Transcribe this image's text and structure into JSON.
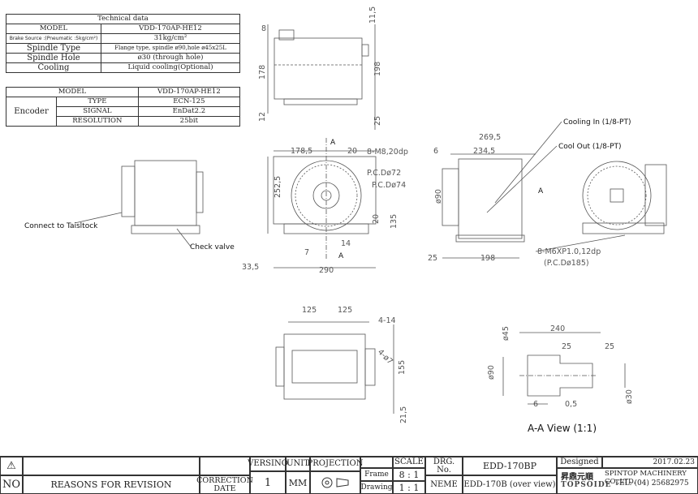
{
  "tech_table": {
    "header": "Technical data",
    "rows": [
      {
        "key": "MODEL",
        "value": "VDD-170AP-HE12"
      },
      {
        "key": "Brake Source :(Pneumatic :5kg/cm²)",
        "value": "31kg/cm²"
      },
      {
        "key": "Spindle Type",
        "value": "Flange type, spindle ø90,hole ø45x25L"
      },
      {
        "key": "Spindle Hole",
        "value": "ø30 (through hole)"
      },
      {
        "key": "Cooling",
        "value": "Liquid cooling(Optional)"
      }
    ]
  },
  "encoder_table": {
    "model_key": "MODEL",
    "model_value": "VDD-170AP-HE12",
    "group_label": "Encoder",
    "rows": [
      {
        "key": "TYPE",
        "value": "ECN-125"
      },
      {
        "key": "SIGNAL",
        "value": "EnDat2.2"
      },
      {
        "key": "RESOLUTION",
        "value": "25bit"
      }
    ]
  },
  "labels": {
    "connect_tailstock": "Connect to Taisltock",
    "check_valve": "Check valve",
    "cooling_in": "Cooling In (1/8-PT)",
    "cool_out": "Cool Out (1/8-PT)",
    "section_title": "A-A View (1:1)",
    "m8": "8-M8,20dp",
    "pcd72": "P.C.Dø72",
    "pcd74": "P.C.Dø74",
    "m6": "8-M6XP1.0,12dp",
    "pcd185": "(P.C.Dø185)",
    "sec_a": "A",
    "sec_a2": "A",
    "sec_a3": "A"
  },
  "dimensions": {
    "d11_5": "11,5",
    "d8": "8",
    "d178_v": "178",
    "d198_v": "198",
    "d12": "12",
    "d25_v": "25",
    "d178_5": "178,5",
    "d20_top": "20",
    "d252_5": "252,5",
    "d20_side": "20",
    "d135": "135",
    "d14": "14",
    "d7": "7",
    "d290": "290",
    "d33_5": "33,5",
    "d269_5": "269,5",
    "d6": "6",
    "d234_5": "234,5",
    "d90": "ø90",
    "d25_b": "25",
    "d198_b": "198",
    "d125a": "125",
    "d125b": "125",
    "d4_14": "4-14",
    "d4_7": "4-ø7",
    "d155": "155",
    "d21_5": "21,5",
    "d240": "240",
    "d25_s1": "25",
    "d25_s2": "25",
    "d45": "ø45",
    "d90s": "ø90",
    "d6s": "6",
    "d0_5": "0,5",
    "d30": "ø30"
  },
  "title_block": {
    "rev_mark": "NO",
    "triangle": "⚠",
    "reasons": "REASONS FOR REVISION",
    "correction": "CORRECTION",
    "date": "DATE",
    "version_hdr": "VERSINO",
    "version": "1",
    "unit_hdr": "UNIT",
    "unit": "MM",
    "projection_hdr": "PROJECTION",
    "scale_hdr": "SCALE",
    "frame_lbl": "Frame",
    "frame_val": "8 : 1",
    "drawing_lbl": "Drawing",
    "drawing_val": "1 : 1",
    "drg_no_lbl": "DRG. No.",
    "drg_no": "EDD-170BP",
    "name_lbl": "NEME",
    "name": "EDD-170B (over view)",
    "designed_lbl": "Designed",
    "date_val": "2017.02.23",
    "company": "SPINTOP MACHINERY CO.,LTD.",
    "company_cn": "昇鼎元順",
    "tel": "TEL: (04) 25682975",
    "brand": "TOPSOIDE"
  }
}
